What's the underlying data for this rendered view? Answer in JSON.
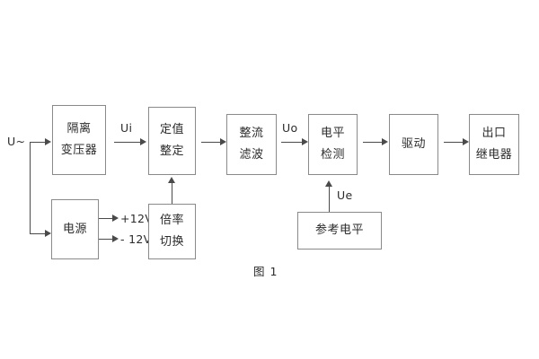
{
  "figure": {
    "caption": "图 1",
    "colors": {
      "box_border": "#8a8a8a",
      "line": "#4a4a4a",
      "text": "#2b2b2b",
      "background": "#ffffff"
    }
  },
  "blocks": [
    {
      "id": "isolation-transformer",
      "lines": [
        "隔离",
        "变压器"
      ]
    },
    {
      "id": "setting-value",
      "lines": [
        "定值",
        "整定"
      ]
    },
    {
      "id": "rectify-filter",
      "lines": [
        "整流",
        "滤波"
      ]
    },
    {
      "id": "level-detect",
      "lines": [
        "电平",
        "检测"
      ]
    },
    {
      "id": "drive",
      "lines": [
        "驱动"
      ]
    },
    {
      "id": "output-relay",
      "lines": [
        "出口",
        "继电器"
      ]
    },
    {
      "id": "power-supply",
      "lines": [
        "电源"
      ]
    },
    {
      "id": "multiplier-switch",
      "lines": [
        "倍率",
        "切换"
      ]
    },
    {
      "id": "reference-level",
      "lines": [
        "参考电平"
      ]
    }
  ],
  "signals": {
    "input": "U~",
    "ui": "Ui",
    "uo": "Uo",
    "ue": "Ue",
    "pos12v": "+12V",
    "neg12v": "- 12V"
  }
}
